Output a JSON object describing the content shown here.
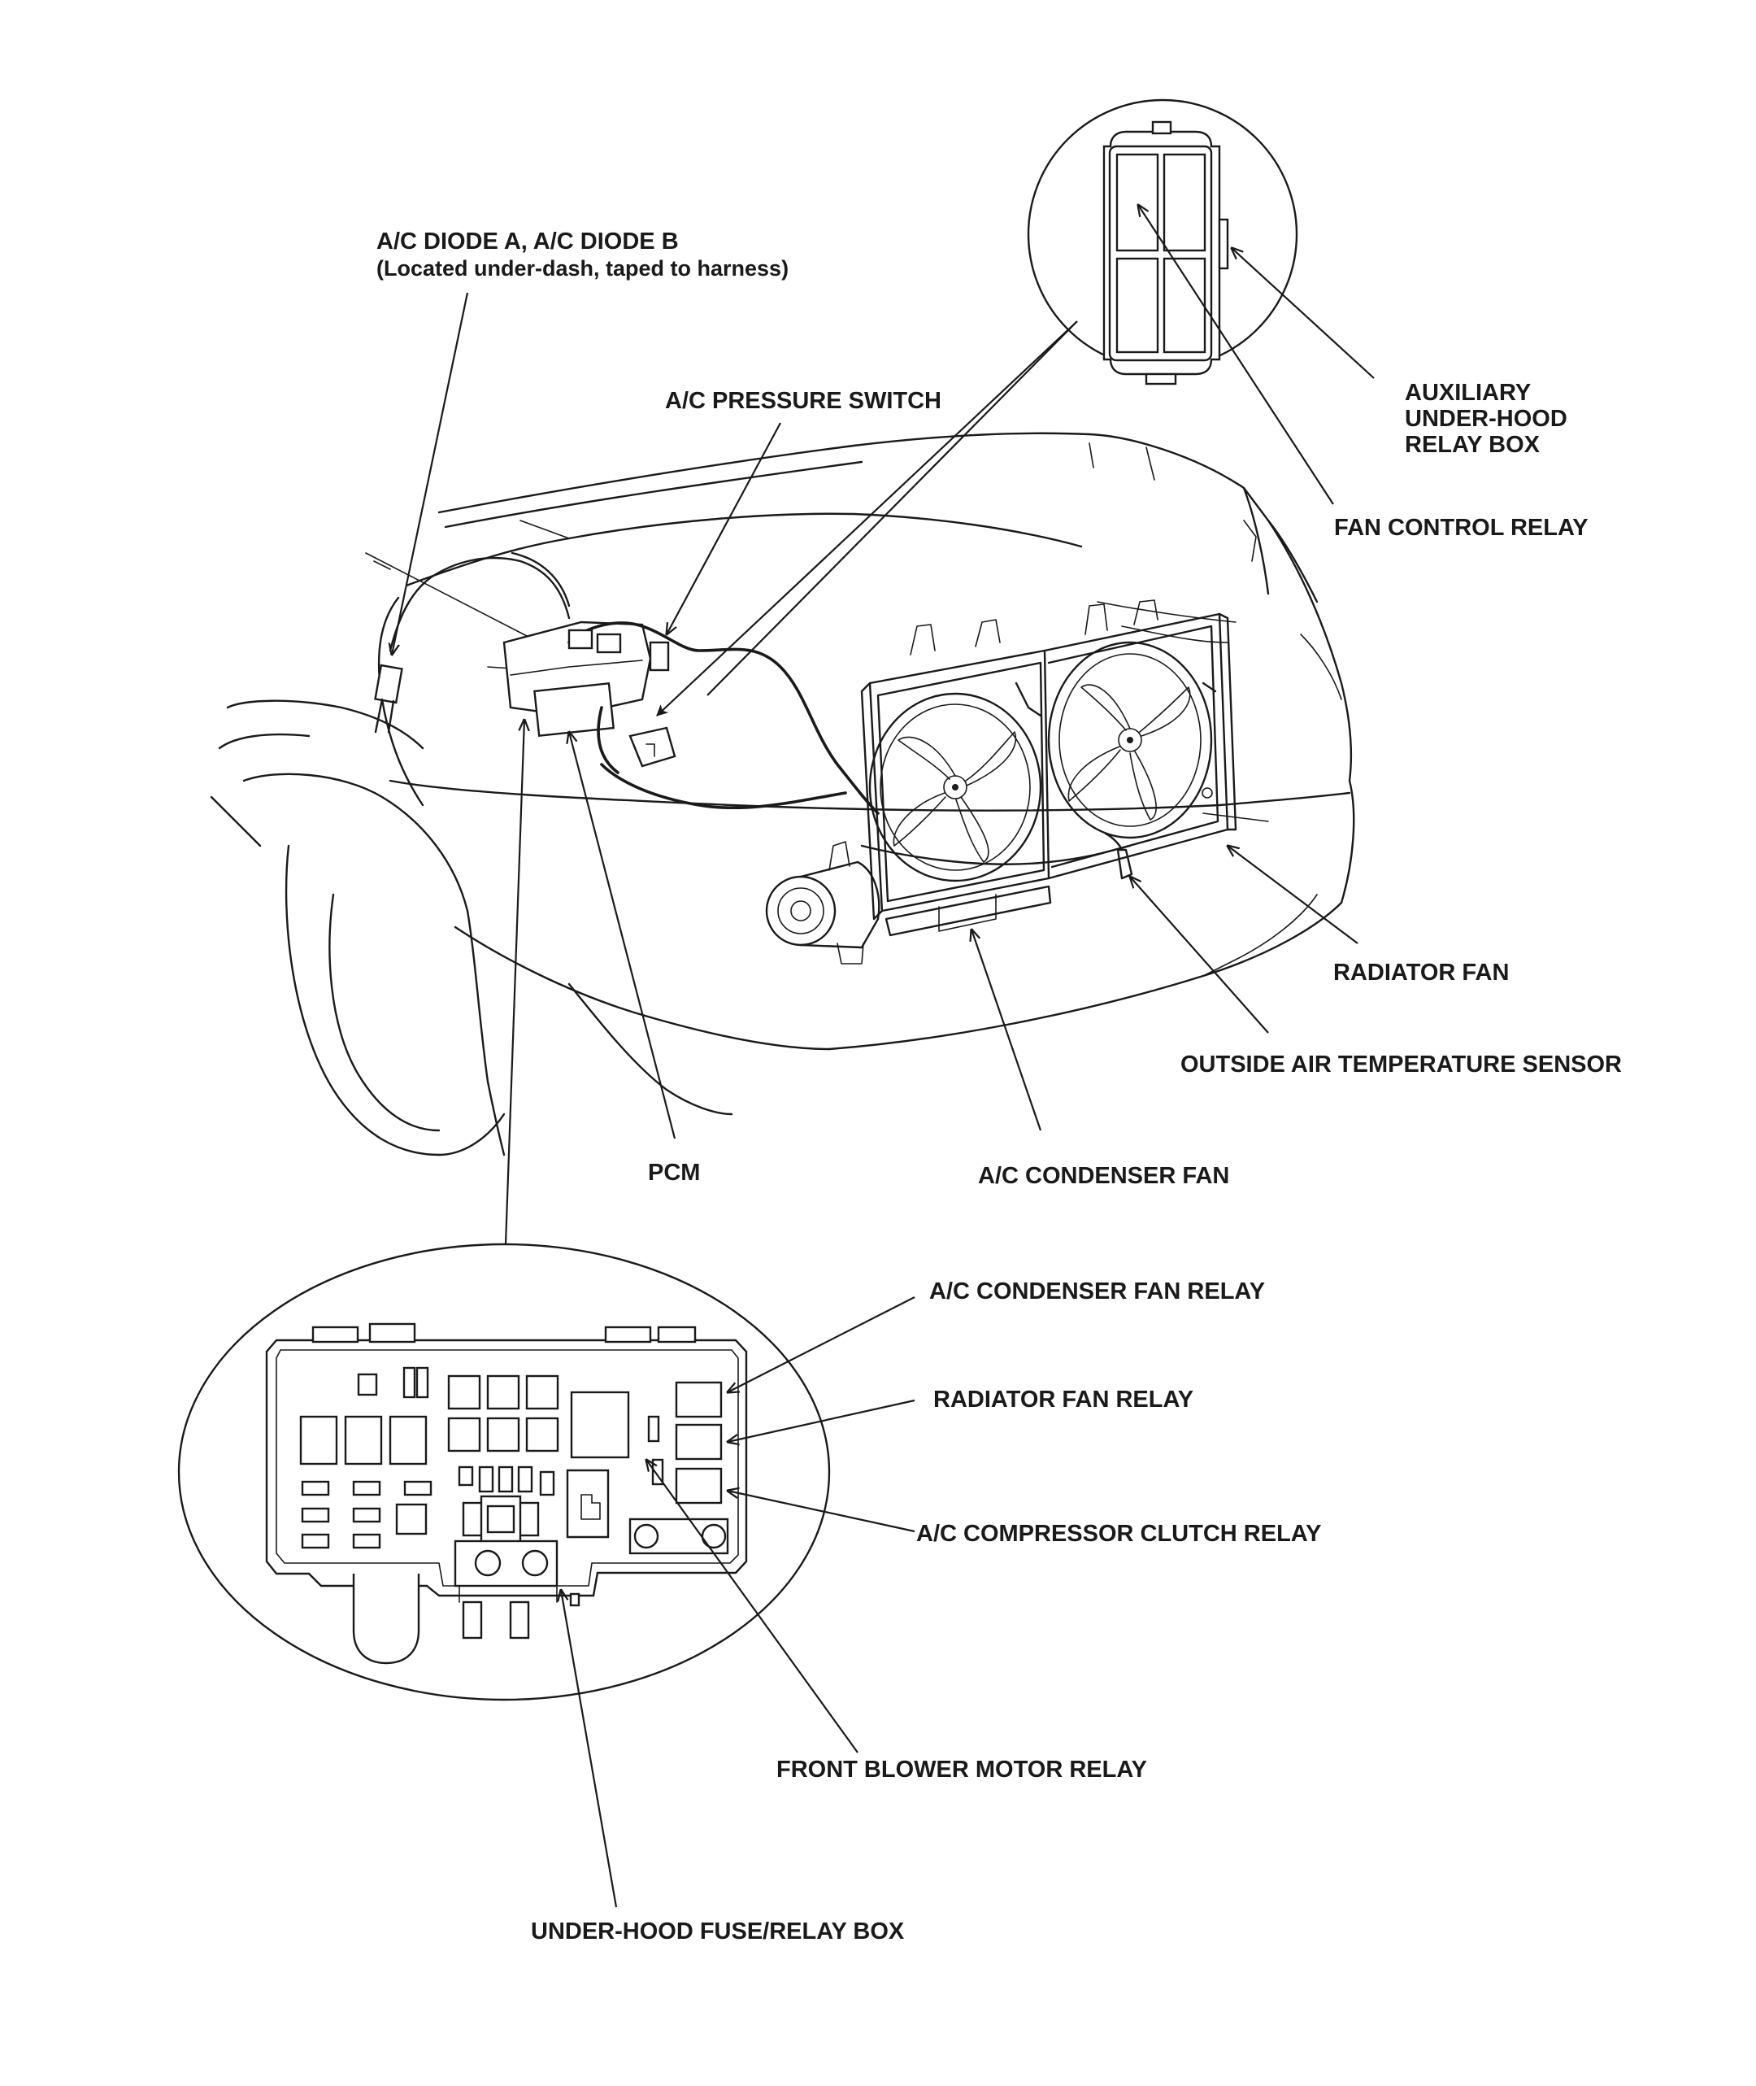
{
  "labels": {
    "ac_diode_title": "A/C DIODE A, A/C DIODE B",
    "ac_diode_note": "(Located under-dash, taped to harness)",
    "ac_pressure_switch": "A/C PRESSURE SWITCH",
    "auxiliary_line1": "AUXILIARY",
    "auxiliary_line2": "UNDER-HOOD",
    "auxiliary_line3": "RELAY BOX",
    "fan_control_relay": "FAN CONTROL RELAY",
    "radiator_fan": "RADIATOR FAN",
    "outside_air_temperature_sensor": "OUTSIDE AIR TEMPERATURE SENSOR",
    "pcm": "PCM",
    "ac_condenser_fan": "A/C CONDENSER FAN",
    "ac_condenser_fan_relay": "A/C CONDENSER FAN RELAY",
    "radiator_fan_relay": "RADIATOR FAN RELAY",
    "ac_compressor_clutch_relay": "A/C COMPRESSOR CLUTCH RELAY",
    "front_blower_motor_relay": "FRONT BLOWER MOTOR RELAY",
    "under_hood_fuse_relay_box": "UNDER-HOOD FUSE/RELAY BOX"
  },
  "colors": {
    "ink": "#1a1a1a",
    "paper": "#ffffff"
  }
}
